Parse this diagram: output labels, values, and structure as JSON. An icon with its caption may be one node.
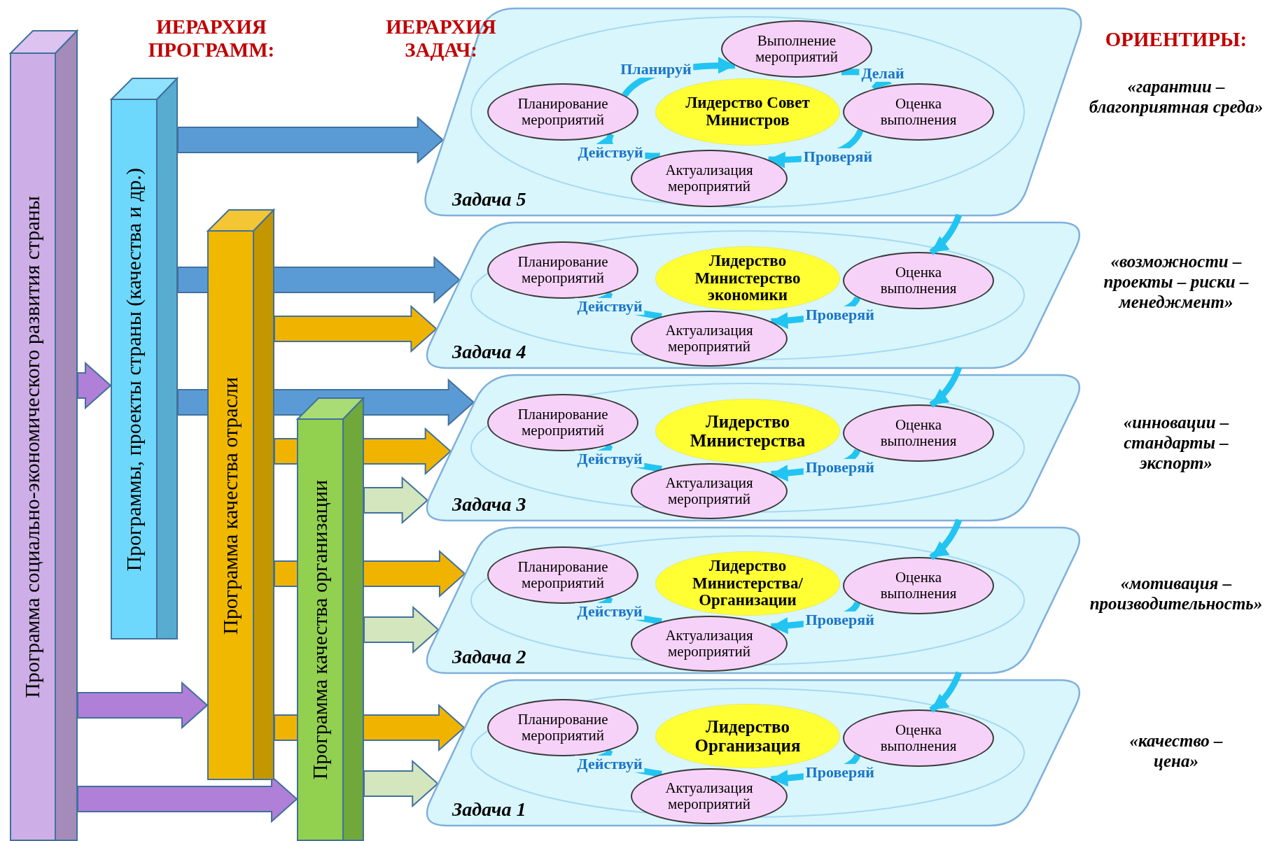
{
  "diagram": {
    "nodes": [
      {
        "text": [
          "Программа социально-экономического развития страны"
        ]
      },
      {
        "text": [
          "Программы, проекты страны (качества и др.)"
        ]
      },
      {
        "text": [
          "Программа качества отрасли"
        ]
      },
      {
        "text": [
          "Программа качества организации"
        ]
      },
      {
        "text": [
          "Задача 5"
        ]
      },
      {
        "text": [
          "Планирование мероприятий"
        ],
        "in": 4
      },
      {
        "text": [
          "Выполнение мероприятий"
        ],
        "in": 4
      },
      {
        "text": [
          "Лидерство Совет Министров"
        ],
        "in": 4
      },
      {
        "text": [
          "Оценка выполнения"
        ],
        "in": 4
      },
      {
        "text": [
          "Актуализация мероприятий"
        ],
        "in": 4
      },
      {
        "text": [
          "Задача 4"
        ]
      },
      {
        "text": [
          "Планирование мероприятий"
        ],
        "in": 10
      },
      {
        "text": [
          "Лидерство Министерство экономики"
        ],
        "in": 10
      },
      {
        "text": [
          "Оценка выполнения"
        ],
        "in": 10
      },
      {
        "text": [
          "Актуализация мероприятий"
        ],
        "in": 10
      },
      {
        "text": [
          "Задача 3"
        ]
      },
      {
        "text": [
          "Планирование мероприятий"
        ],
        "in": 15
      },
      {
        "text": [
          "Лидерство Министерства"
        ],
        "in": 15
      },
      {
        "text": [
          "Оценка выполнения"
        ],
        "in": 15
      },
      {
        "text": [
          "Актуализация мероприятий"
        ],
        "in": 15
      },
      {
        "text": [
          "Задача 2"
        ]
      },
      {
        "text": [
          "Планирование мероприятий"
        ],
        "in": 20
      },
      {
        "text": [
          "Лидерство Министерства/ Организации"
        ],
        "in": 20
      },
      {
        "text": [
          "Оценка выполнения"
        ],
        "in": 20
      },
      {
        "text": [
          "Актуализация мероприятий"
        ],
        "in": 20
      },
      {
        "text": [
          "Задача 1"
        ]
      },
      {
        "text": [
          "Планирование мероприятий"
        ],
        "in": 25
      },
      {
        "text": [
          "Лидерство Организация"
        ],
        "in": 25
      },
      {
        "text": [
          "Оценка выполнения"
        ],
        "in": 25
      },
      {
        "text": [
          "Актуализация мероприятий"
        ],
        "in": 25
      }
    ],
    "edges": [
      {
        "from": 0,
        "to": 1,
        "arrow": "to",
        "color": "#b07fd8"
      },
      {
        "from": 0,
        "to": 2,
        "arrow": "to",
        "color": "#b07fd8"
      },
      {
        "from": 0,
        "to": 3,
        "arrow": "to",
        "color": "#b07fd8"
      },
      {
        "from": 1,
        "to": 4,
        "arrow": "to",
        "color": "#5b9bd5"
      },
      {
        "from": 1,
        "to": 10,
        "arrow": "to",
        "color": "#5b9bd5"
      },
      {
        "from": 1,
        "to": 15,
        "arrow": "to",
        "color": "#5b9bd5"
      },
      {
        "from": 2,
        "to": 10,
        "arrow": "to",
        "color": "#f0b400"
      },
      {
        "from": 2,
        "to": 15,
        "arrow": "to",
        "color": "#f0b400"
      },
      {
        "from": 2,
        "to": 20,
        "arrow": "to",
        "color": "#f0b400"
      },
      {
        "from": 2,
        "to": 25,
        "arrow": "to",
        "color": "#f0b400"
      },
      {
        "from": 3,
        "to": 15,
        "arrow": "to",
        "color": "#d3e6bd"
      },
      {
        "from": 3,
        "to": 20,
        "arrow": "to",
        "color": "#d3e6bd"
      },
      {
        "from": 3,
        "to": 25,
        "arrow": "to",
        "color": "#d3e6bd"
      },
      {
        "from": 5,
        "to": 6,
        "arrow": "to",
        "label": "Планируй"
      },
      {
        "from": 6,
        "to": 8,
        "arrow": "to",
        "label": "Делай"
      },
      {
        "from": 8,
        "to": 9,
        "arrow": "to",
        "label": "Проверяй"
      },
      {
        "from": 9,
        "to": 5,
        "arrow": "to",
        "label": "Действуй"
      },
      {
        "from": 4,
        "to": 13,
        "arrow": "to"
      },
      {
        "from": 13,
        "to": 14,
        "arrow": "to",
        "label": "Проверяй"
      },
      {
        "from": 14,
        "to": 11,
        "arrow": "to",
        "label": "Действуй"
      },
      {
        "from": 10,
        "to": 18,
        "arrow": "to"
      },
      {
        "from": 18,
        "to": 19,
        "arrow": "to",
        "label": "Проверяй"
      },
      {
        "from": 19,
        "to": 16,
        "arrow": "to",
        "label": "Действуй"
      },
      {
        "from": 15,
        "to": 23,
        "arrow": "to"
      },
      {
        "from": 23,
        "to": 24,
        "arrow": "to",
        "label": "Проверяй"
      },
      {
        "from": 24,
        "to": 21,
        "arrow": "to",
        "label": "Действуй"
      },
      {
        "from": 20,
        "to": 28,
        "arrow": "to"
      },
      {
        "from": 28,
        "to": 29,
        "arrow": "to",
        "label": "Проверяй"
      },
      {
        "from": 29,
        "to": 26,
        "arrow": "to",
        "label": "Действуй"
      }
    ],
    "labels": [
      "ИЕРАРХИЯ ПРОГРАММ:",
      "ИЕРАРХИЯ ЗАДАЧ:",
      "ОРИЕНТИРЫ:",
      "«гарантии – благоприятная среда»",
      "«возможности – проекты – риски – менеджмент»",
      "«инновации – стандарты – экспорт»",
      "«мотивация – производительность»",
      "«качество – цена»"
    ]
  }
}
